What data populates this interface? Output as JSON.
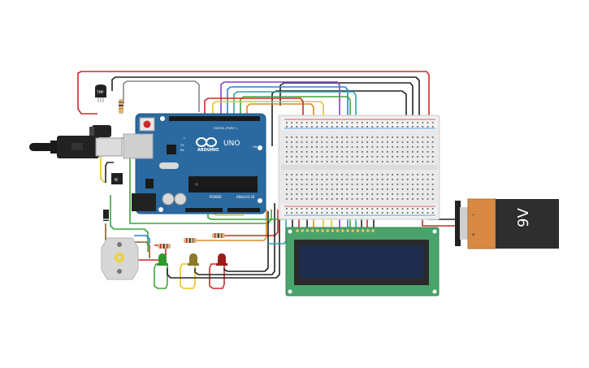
{
  "components": {
    "arduino": {
      "logo": "ARDUINO",
      "model": "UNO",
      "digital_label": "DIGITAL (PWM~)",
      "power_label": "POWER",
      "analog_label": "ANALOG IN",
      "on_label": "ON",
      "tx_label": "TX",
      "rx_label": "RX",
      "l_label": "L"
    },
    "battery": {
      "label": "9V"
    },
    "temp_sensor": {
      "label": "TMP"
    },
    "tilt_sensor": {
      "label": "N"
    }
  },
  "colors": {
    "red": "#cc2a2a",
    "black": "#222222",
    "green": "#3aa53a",
    "yellow": "#e8c51a",
    "blue": "#2f7fd6",
    "orange": "#e08a1e",
    "purple": "#8a3fbf",
    "gray": "#888888",
    "brown": "#8b5a2b",
    "teal": "#2aa6a6",
    "arduino_blue": "#2a6aa0",
    "lcd_green": "#4aa36a"
  }
}
